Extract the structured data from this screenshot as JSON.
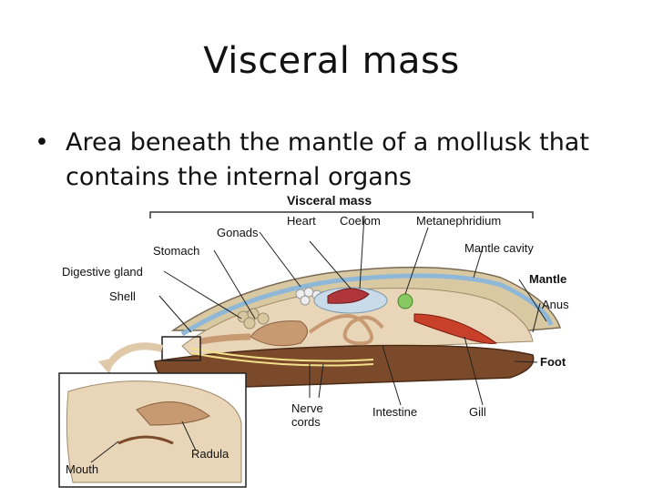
{
  "slide": {
    "title": "Visceral mass",
    "bullet": "Area beneath the mantle of a mollusk that contains the internal organs"
  },
  "diagram": {
    "header": "Visceral mass",
    "labels": {
      "heart": "Heart",
      "coelom": "Coelom",
      "metanephridium": "Metanephridium",
      "gonads": "Gonads",
      "stomach": "Stomach",
      "mantle_cavity": "Mantle cavity",
      "digestive_gland": "Digestive gland",
      "mantle": "Mantle",
      "shell": "Shell",
      "anus": "Anus",
      "foot": "Foot",
      "nerve_cords_1": "Nerve",
      "nerve_cords_2": "cords",
      "intestine": "Intestine",
      "gill": "Gill",
      "radula": "Radula",
      "mouth": "Mouth"
    }
  },
  "colors": {
    "shell": "#d9c9a3",
    "mantle_edge": "#8fb8d8",
    "foot": "#7a4a2a",
    "body": "#c89a72",
    "gill": "#c8402a",
    "heart": "#b0353a",
    "metanephridium": "#88c860",
    "nerve": "#f2e08a"
  }
}
